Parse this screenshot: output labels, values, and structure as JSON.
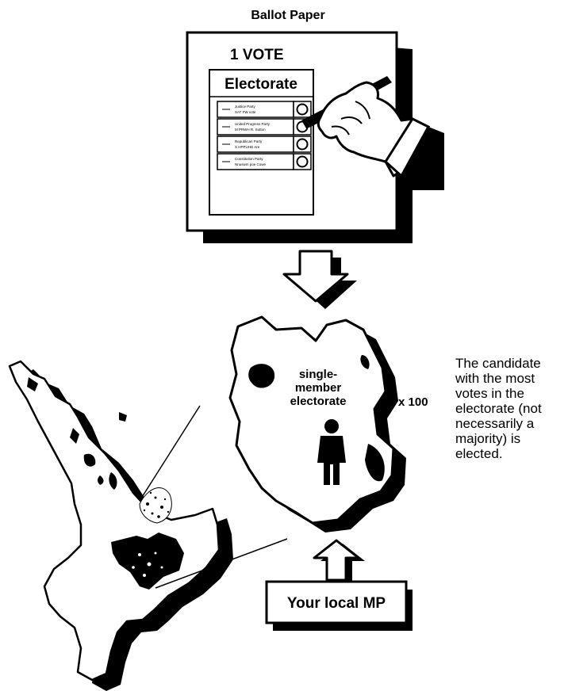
{
  "ballot": {
    "caption": "Ballot Paper",
    "vote_heading": "1 VOTE",
    "section_title": "Electorate",
    "candidates": [
      {
        "party": "Justice Party",
        "name": "SAT FW vote"
      },
      {
        "party": "United Progress Party",
        "name": "M PRWH R. Sutton"
      },
      {
        "party": "Republican Party",
        "name": "S HPPUHD Are"
      },
      {
        "party": "Constitution Party",
        "name": "Nnuswm poe Cowe"
      }
    ]
  },
  "electorate": {
    "label_lines": [
      "single-",
      "member",
      "electorate"
    ],
    "multiplier": "x 100"
  },
  "local_mp": {
    "label": "Your local MP"
  },
  "explanation": {
    "lines": [
      "The candidate",
      "with the most",
      "votes in the",
      "electorate (not",
      "necessarily a",
      "majority) is",
      "elected."
    ]
  }
}
